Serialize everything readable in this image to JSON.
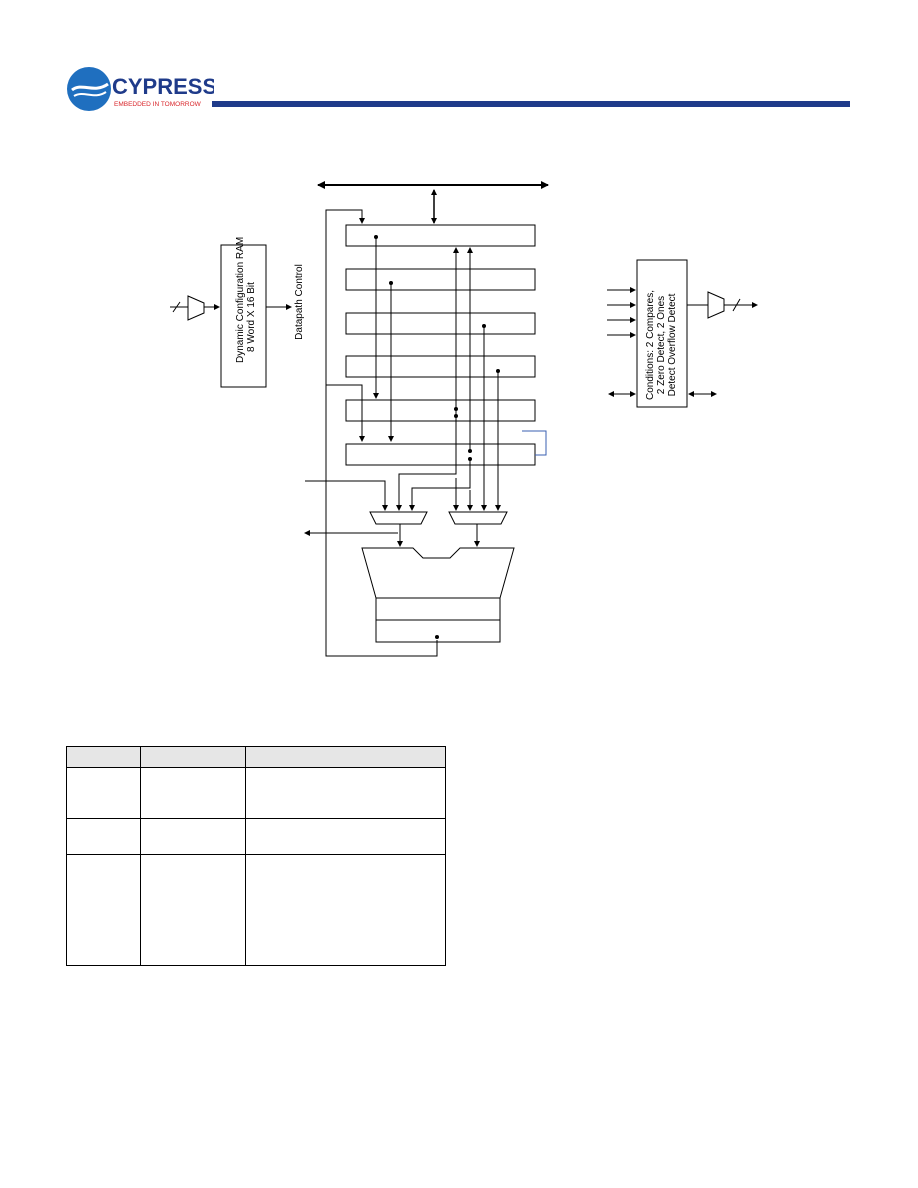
{
  "header": {
    "brand": "CYPRESS",
    "tagline": "EMBEDDED IN TOMORROW",
    "brand_color": "#1f3b8a",
    "accent_color": "#d9262b"
  },
  "diagram": {
    "ram_block": {
      "line1": "Dynamic Configuration RAM",
      "line2": "8 Word X 16 Bit"
    },
    "datapath_label": "Datapath Control",
    "conditions_block": {
      "line1": "Conditions: 2 Compares,",
      "line2": "2 Zero Detect, 2 Ones",
      "line3": "Detect Overflow Detect"
    }
  },
  "table": {
    "columns": [
      "",
      "",
      ""
    ],
    "rows": [
      [
        "",
        "",
        ""
      ],
      [
        "",
        "",
        ""
      ],
      [
        "",
        "",
        ""
      ]
    ]
  }
}
